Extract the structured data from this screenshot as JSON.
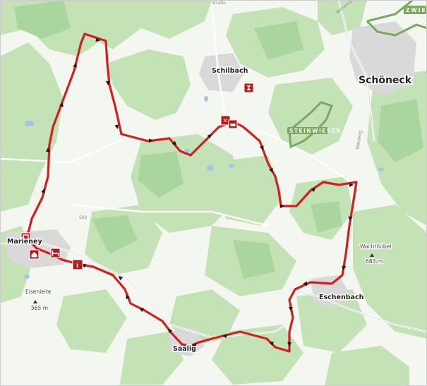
{
  "map": {
    "places": {
      "schoeneck": "Schöneck",
      "schilbach": "Schilbach",
      "marieney": "Marieney",
      "eschenbach": "Eschenbach",
      "saalig": "Saalig"
    },
    "peaks": {
      "eisenleite_name": "Eisenleite",
      "eisenleite_elev": "565 m",
      "wachthuebel_name": "Wachthübel",
      "wachthuebel_elev": "683 m"
    },
    "areas": {
      "steinwiesen": "STEINWIESEN",
      "corner_top_right": "ZWIE"
    },
    "road_labels": {
      "road_top": "Straße",
      "road_top_right": "Marieneyer Straße",
      "road_left": "S02",
      "road_right": "Waldweg"
    },
    "colors": {
      "background": "#ffffff",
      "forest": "#bfe0b3",
      "forest_dark": "#a9d49b",
      "meadow": "#f3f7ee",
      "settlement": "#dcdcdc",
      "water": "#9cc9e8",
      "route": "#d21f1f",
      "protected_area": "#7aa860",
      "poi": "#b31b1b"
    },
    "poi_icons": [
      "restaurant-icon",
      "hotel-icon",
      "info-icon",
      "parking-icon",
      "viewpoint-icon"
    ]
  }
}
